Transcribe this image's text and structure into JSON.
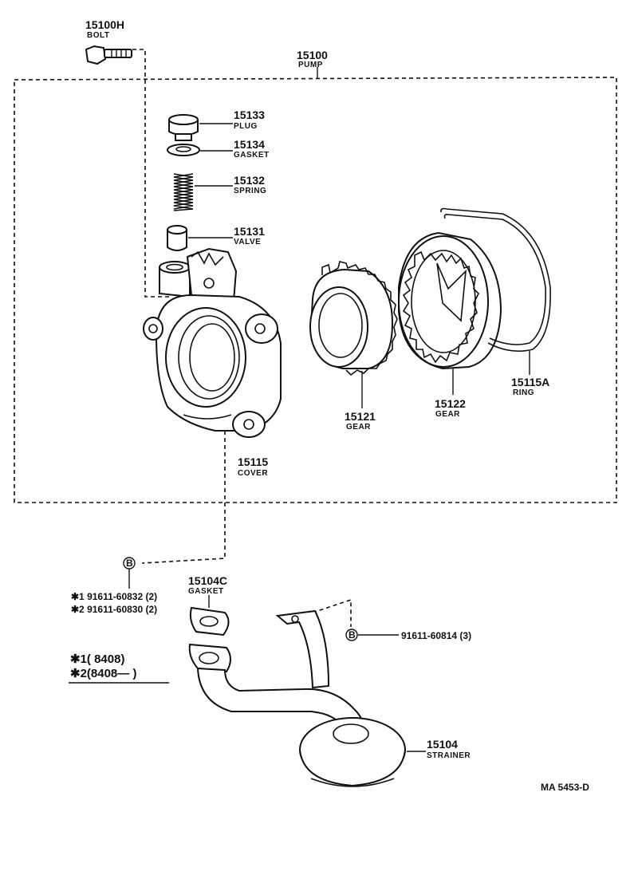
{
  "labels": {
    "bolt": {
      "number": "15100H",
      "name": "BOLT"
    },
    "pump": {
      "number": "15100",
      "name": "PUMP"
    },
    "plug": {
      "number": "15133",
      "name": "PLUG"
    },
    "gasket_plug": {
      "number": "15134",
      "name": "GASKET"
    },
    "spring": {
      "number": "15132",
      "name": "SPRING"
    },
    "valve": {
      "number": "15131",
      "name": "VALVE"
    },
    "cover": {
      "number": "15115",
      "name": "COVER"
    },
    "gear_drive": {
      "number": "15121",
      "name": "GEAR"
    },
    "gear_driven": {
      "number": "15122",
      "name": "GEAR"
    },
    "ring": {
      "number": "15115A",
      "name": "RING"
    },
    "gasket_strainer": {
      "number": "15104C",
      "name": "GASKET"
    },
    "strainer": {
      "number": "15104",
      "name": "STRAINER"
    }
  },
  "fasteners": {
    "marker": "B",
    "row1": "✱1  91611-60832 (2)",
    "row2": "✱2  91611-60830 (2)",
    "right": "91611-60814 (3)"
  },
  "notes": {
    "note1": "✱1(          8408)",
    "note2": "✱2(8408—           )"
  },
  "diagram_code": "MA  5453-D"
}
